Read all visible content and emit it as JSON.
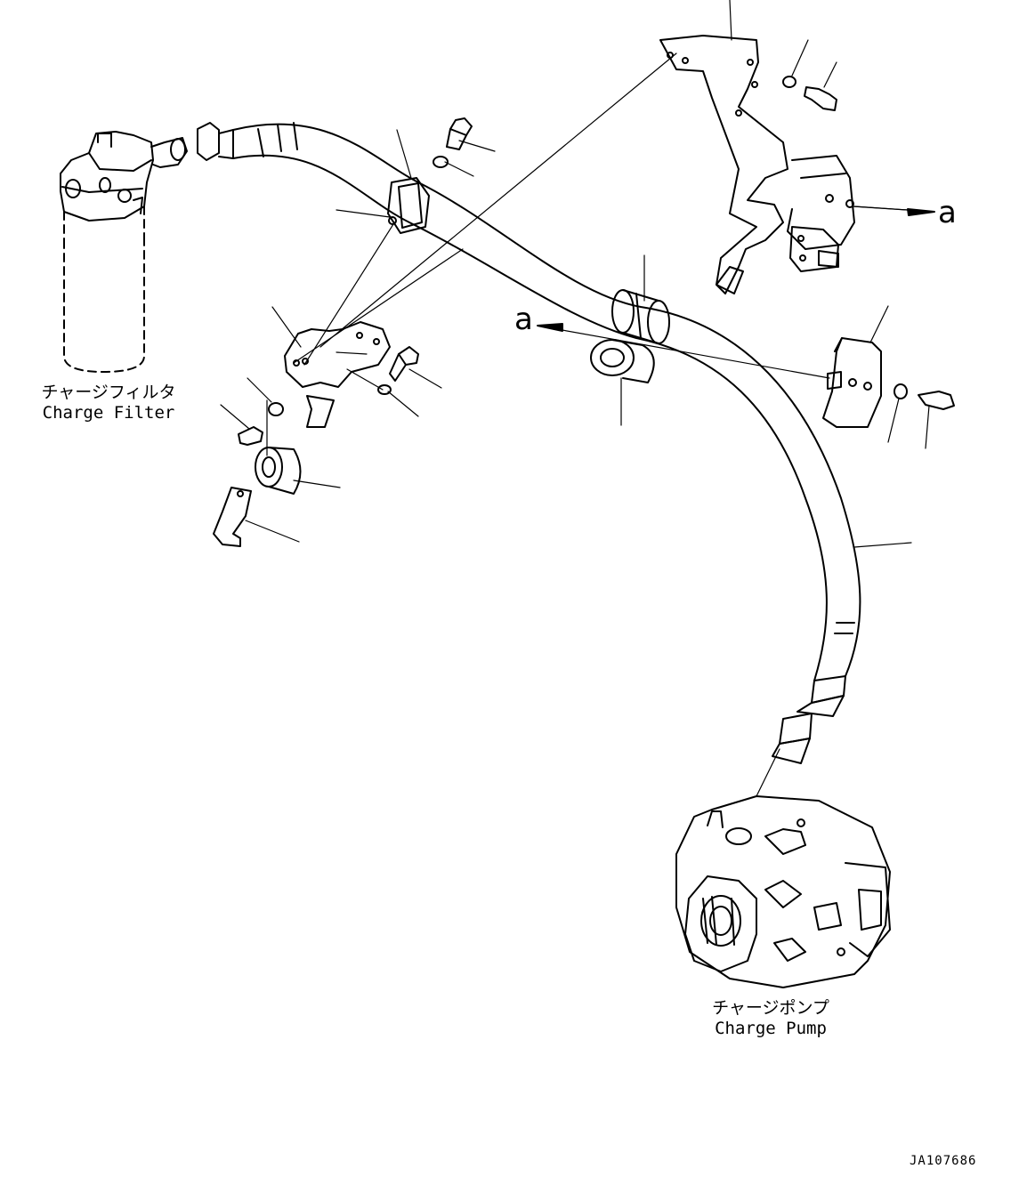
{
  "labels": {
    "charge_filter_jp": "チャージフィルタ",
    "charge_filter_en": "Charge Filter",
    "charge_pump_jp": "チャージポンプ",
    "charge_pump_en": "Charge Pump",
    "view_mark_upper": "a",
    "view_mark_left": "a",
    "drawing_code": "JA107686"
  }
}
